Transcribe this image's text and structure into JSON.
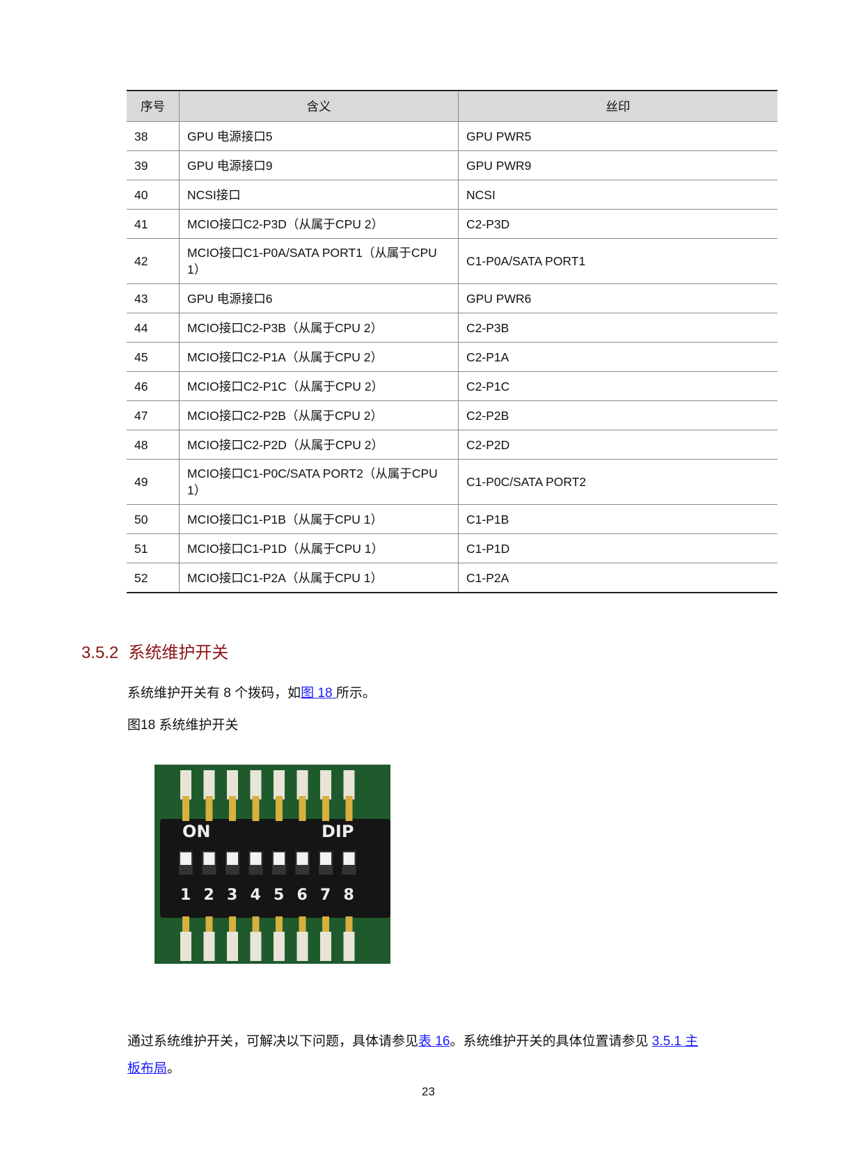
{
  "table": {
    "headers": [
      "序号",
      "含义",
      "丝印"
    ],
    "rows": [
      [
        "38",
        "GPU 电源接口5",
        "GPU PWR5"
      ],
      [
        "39",
        "GPU 电源接口9",
        "GPU PWR9"
      ],
      [
        "40",
        "NCSI接口",
        "NCSI"
      ],
      [
        "41",
        "MCIO接口C2-P3D（从属于CPU 2）",
        "C2-P3D"
      ],
      [
        "42",
        "MCIO接口C1-P0A/SATA PORT1（从属于CPU 1）",
        "C1-P0A/SATA PORT1"
      ],
      [
        "43",
        "GPU 电源接口6",
        "GPU PWR6"
      ],
      [
        "44",
        "MCIO接口C2-P3B（从属于CPU 2）",
        "C2-P3B"
      ],
      [
        "45",
        "MCIO接口C2-P1A（从属于CPU 2）",
        "C2-P1A"
      ],
      [
        "46",
        "MCIO接口C2-P1C（从属于CPU 2）",
        "C2-P1C"
      ],
      [
        "47",
        "MCIO接口C2-P2B（从属于CPU 2）",
        "C2-P2B"
      ],
      [
        "48",
        "MCIO接口C2-P2D（从属于CPU 2）",
        "C2-P2D"
      ],
      [
        "49",
        "MCIO接口C1-P0C/SATA PORT2（从属于CPU 1）",
        "C1-P0C/SATA PORT2"
      ],
      [
        "50",
        "MCIO接口C1-P1B（从属于CPU 1）",
        "C1-P1B"
      ],
      [
        "51",
        "MCIO接口C1-P1D（从属于CPU 1）",
        "C1-P1D"
      ],
      [
        "52",
        "MCIO接口C1-P2A（从属于CPU 1）",
        "C1-P2A"
      ]
    ]
  },
  "section": {
    "number": "3.5.2",
    "title": "系统维护开关"
  },
  "para1": {
    "before": "系统维护开关有 8 个拨码，如",
    "link": "图 18 ",
    "after": "所示。"
  },
  "caption": "图18 系统维护开关",
  "figure": {
    "label_on": "ON",
    "label_dip": "DIP",
    "numbers": [
      "1",
      "2",
      "3",
      "4",
      "5",
      "6",
      "7",
      "8"
    ]
  },
  "para2": {
    "before": "通过系统维护开关，可解决以下问题，具体请参见",
    "link1": "表 16",
    "middle": "。系统维护开关的具体位置请参见 ",
    "link2a": "3.5.1 主",
    "link2b": "板布局",
    "after": "。"
  },
  "page_number": "23"
}
